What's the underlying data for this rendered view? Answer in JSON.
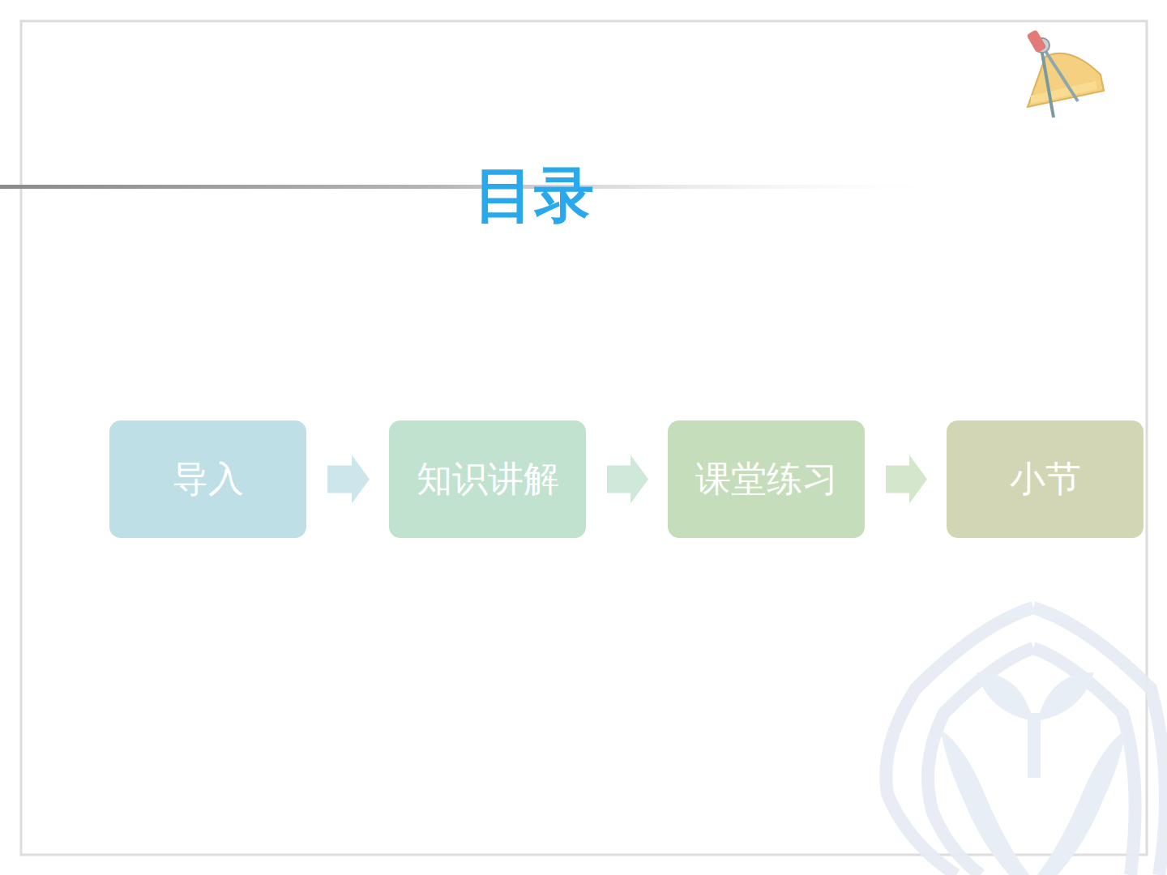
{
  "diagram": {
    "title": "目录",
    "nodes": [
      {
        "text": [
          "导入"
        ]
      },
      {
        "text": [
          "知识讲解"
        ]
      },
      {
        "text": [
          "课堂练习"
        ]
      },
      {
        "text": [
          "小节"
        ]
      }
    ],
    "edges": [
      {
        "from": 0,
        "to": 1,
        "arrow": "to"
      },
      {
        "from": 1,
        "to": 2,
        "arrow": "to"
      },
      {
        "from": 2,
        "to": 3,
        "arrow": "to"
      }
    ]
  }
}
